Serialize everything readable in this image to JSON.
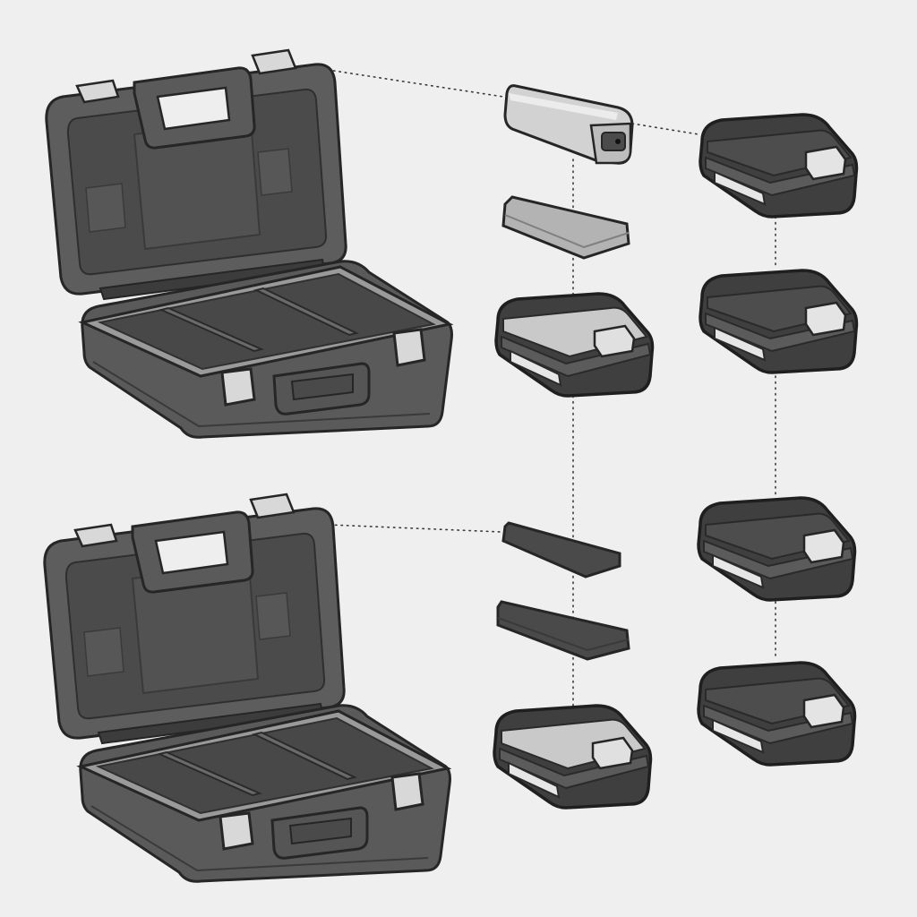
{
  "colors": {
    "background": "#efefef",
    "outline": "#262626",
    "case_shell": "#5d5d5d",
    "case_interior": "#4b4b4b",
    "case_rim": "#9a9a9a",
    "latch_metal": "#d8d8d8",
    "battery_dark": "#3f3f3f",
    "battery_light": "#c9c9c9",
    "strip_light": "#e6e6e6",
    "pad_gray": "#b3b3b3",
    "pad_dark": "#4a4a4a"
  },
  "components": {
    "cases": [
      {
        "name": "storage-case-top",
        "icon": "open-toolbox-icon"
      },
      {
        "name": "storage-case-bottom",
        "icon": "open-toolbox-icon"
      }
    ],
    "middle_column": [
      {
        "name": "power-bank",
        "icon": "power-bank-icon"
      },
      {
        "name": "gray-pad",
        "icon": "foam-pad-icon"
      },
      {
        "name": "silver-battery-pack-top",
        "icon": "battery-pack-icon"
      },
      {
        "name": "dark-pad-thin",
        "icon": "foam-pad-icon"
      },
      {
        "name": "dark-pad-thick",
        "icon": "foam-pad-icon"
      },
      {
        "name": "silver-battery-pack-bottom",
        "icon": "battery-pack-icon"
      }
    ],
    "right_column": [
      {
        "name": "dark-battery-pack-1",
        "icon": "battery-pack-icon"
      },
      {
        "name": "dark-battery-pack-2",
        "icon": "battery-pack-icon"
      },
      {
        "name": "dark-battery-pack-3",
        "icon": "battery-pack-icon"
      },
      {
        "name": "dark-battery-pack-4",
        "icon": "battery-pack-icon"
      }
    ]
  }
}
